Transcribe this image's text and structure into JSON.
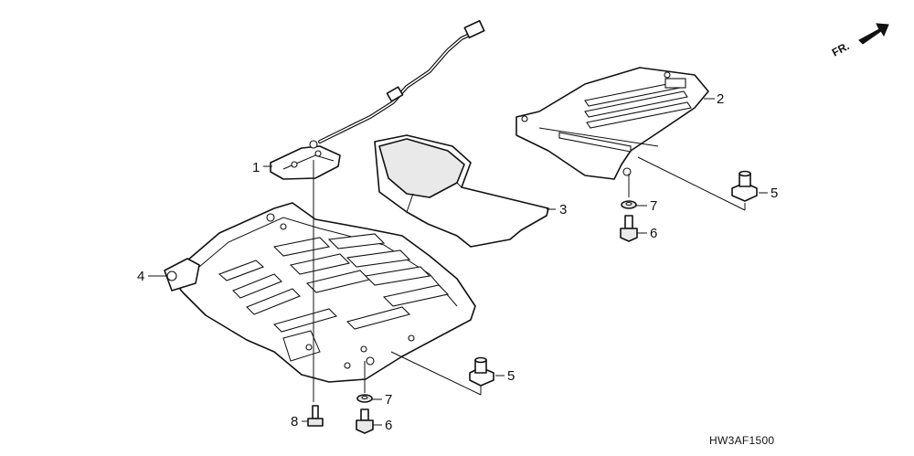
{
  "diagram": {
    "direction_label": "FR.",
    "diagram_code": "HW3AF1500",
    "callouts": {
      "part_1": "1",
      "part_2": "2",
      "part_3": "3",
      "part_4": "4",
      "part_5_upper": "5",
      "part_5_lower": "5",
      "part_6_upper": "6",
      "part_6_lower": "6",
      "part_7_upper": "7",
      "part_7_lower": "7",
      "part_8": "8"
    }
  }
}
